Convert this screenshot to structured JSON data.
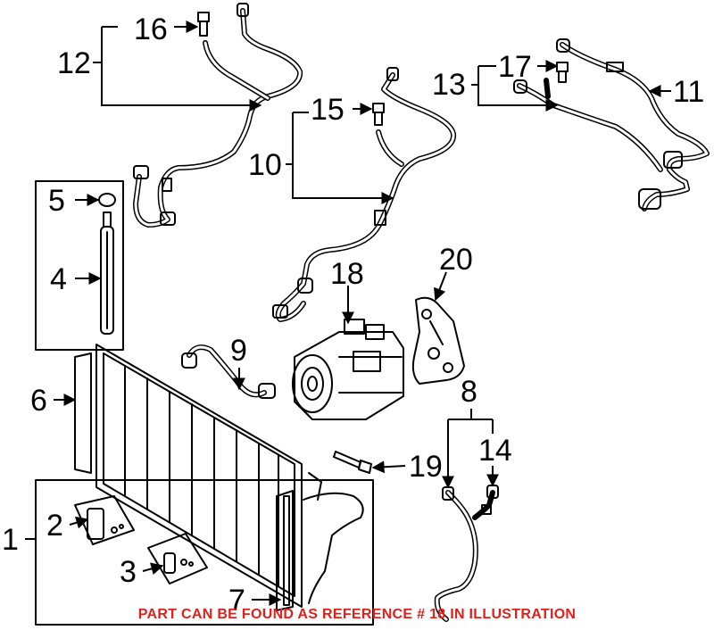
{
  "callouts": {
    "c1": "1",
    "c2": "2",
    "c3": "3",
    "c4": "4",
    "c5": "5",
    "c6": "6",
    "c7": "7",
    "c8": "8",
    "c9": "9",
    "c10": "10",
    "c11": "11",
    "c12": "12",
    "c13": "13",
    "c14": "14",
    "c15": "15",
    "c16": "16",
    "c17": "17",
    "c18": "18",
    "c19": "19",
    "c20": "20"
  },
  "notice": "PART CAN BE FOUND AS REFERENCE # 18 IN ILLUSTRATION",
  "colors": {
    "notice": "#e0201b",
    "line": "#000000"
  }
}
